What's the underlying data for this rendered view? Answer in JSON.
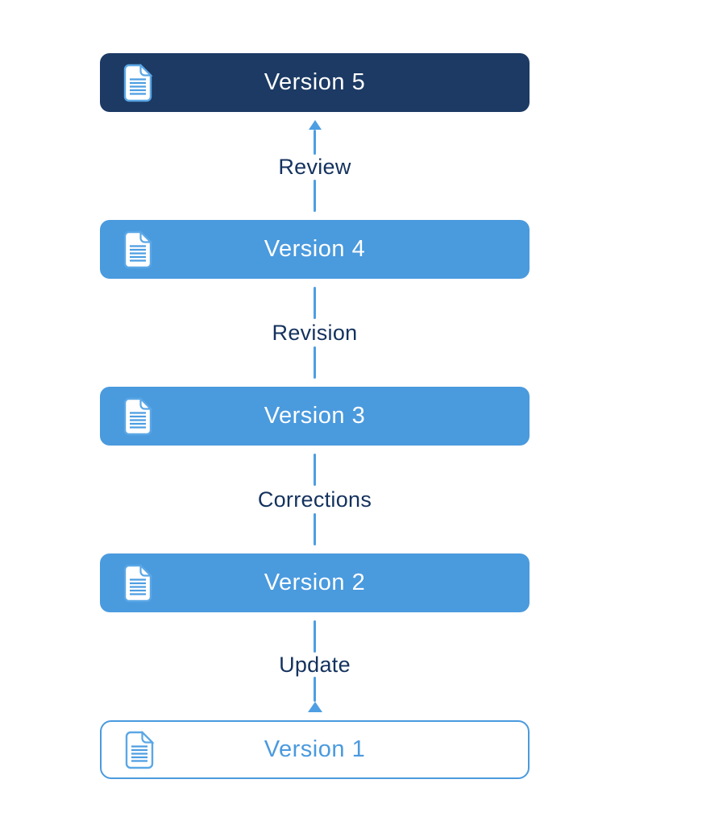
{
  "diagram": {
    "nodes": [
      {
        "label": "Version 5",
        "style": "dark",
        "icon": "document-icon"
      },
      {
        "label": "Version 4",
        "style": "blue",
        "icon": "document-icon"
      },
      {
        "label": "Version 3",
        "style": "blue",
        "icon": "document-icon"
      },
      {
        "label": "Version 2",
        "style": "blue",
        "icon": "document-icon"
      },
      {
        "label": "Version 1",
        "style": "outline",
        "icon": "document-icon"
      }
    ],
    "connectors": [
      {
        "label": "Review",
        "arrowhead": "up-at-top"
      },
      {
        "label": "Revision",
        "arrowhead": "none"
      },
      {
        "label": "Corrections",
        "arrowhead": "none"
      },
      {
        "label": "Update",
        "arrowhead": "up-at-bottom"
      }
    ],
    "flow_direction": "bottom-to-top",
    "colors": {
      "navy_box": "#1c3a64",
      "blue_box": "#4a9ade",
      "connector_blue": "#4d9ee2",
      "label_navy": "#14325e",
      "background": "#ffffff"
    }
  }
}
